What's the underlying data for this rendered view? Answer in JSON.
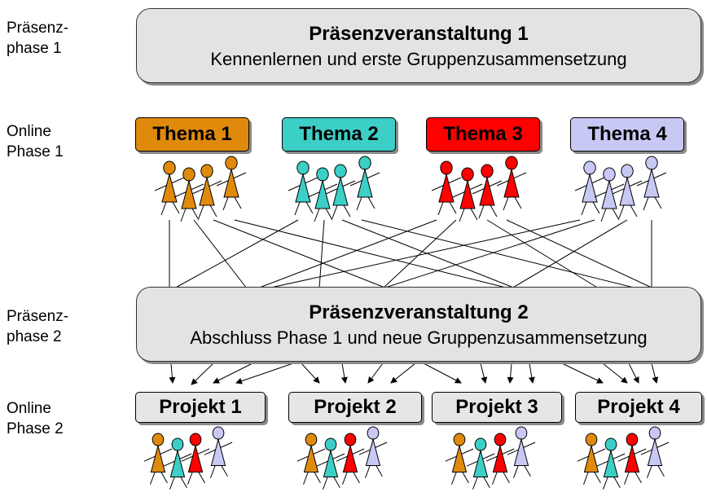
{
  "phases": [
    {
      "label": "Präsenz-\nphase 1"
    },
    {
      "label": "Online\nPhase 1"
    },
    {
      "label": "Präsenz-\nphase 2"
    },
    {
      "label": "Online\nPhase 2"
    }
  ],
  "events": [
    {
      "title": "Präsenzveranstaltung 1",
      "subtitle": "Kennenlernen und erste Gruppenzusammensetzung"
    },
    {
      "title": "Präsenzveranstaltung 2",
      "subtitle": "Abschluss Phase 1 und neue Gruppenzusammensetzung"
    }
  ],
  "themes": [
    {
      "label": "Thema 1",
      "color": "#e08a0c"
    },
    {
      "label": "Thema 2",
      "color": "#3ccfc7"
    },
    {
      "label": "Thema 3",
      "color": "#ff0000"
    },
    {
      "label": "Thema 4",
      "color": "#c8c8f4"
    }
  ],
  "projects": [
    {
      "label": "Projekt 1"
    },
    {
      "label": "Projekt  2"
    },
    {
      "label": "Projekt 3"
    },
    {
      "label": "Projekt 4"
    }
  ],
  "colors": {
    "box_fill": "#e3e3e3",
    "project_fill": "#e6e6e6",
    "shadow": "#8a8a8a"
  }
}
